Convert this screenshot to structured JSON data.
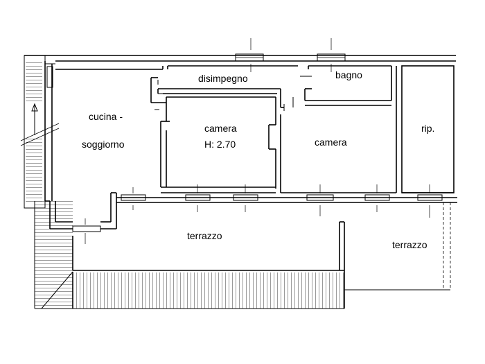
{
  "rooms": {
    "kitchen": [
      "cucina -",
      "soggiorno"
    ],
    "hallway": "disimpegno",
    "bathroom": "bagno",
    "bedroom_left": "camera",
    "bedroom_left_height": "H: 2.70",
    "bedroom_right": "camera",
    "storage": "rip.",
    "terrace_main": "terrazzo",
    "terrace_side": "terrazzo"
  }
}
